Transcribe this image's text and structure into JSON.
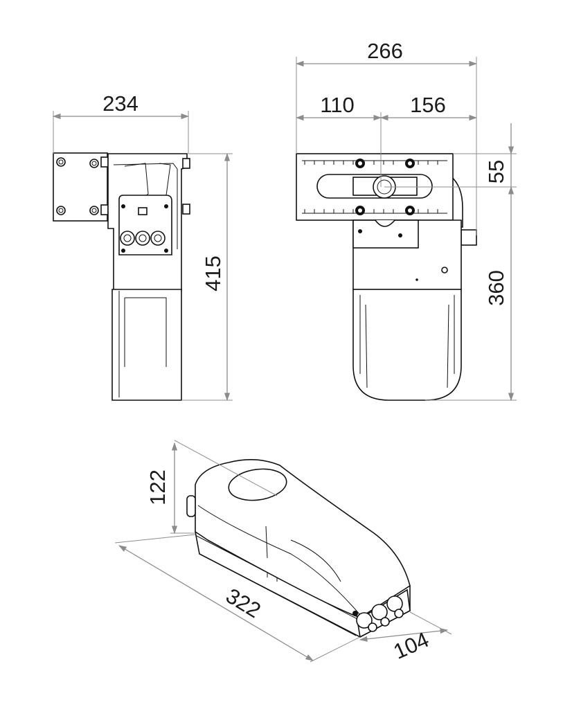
{
  "dimensions": {
    "side_width": "234",
    "side_height": "415",
    "front_total_width": "266",
    "front_left_width": "110",
    "front_right_width": "156",
    "front_bracket_height": "55",
    "front_body_height": "360",
    "iso_height": "122",
    "iso_length": "322",
    "iso_depth": "104"
  },
  "colors": {
    "line": "#111111",
    "dimension_line": "#8c8c8c",
    "background": "#ffffff"
  }
}
